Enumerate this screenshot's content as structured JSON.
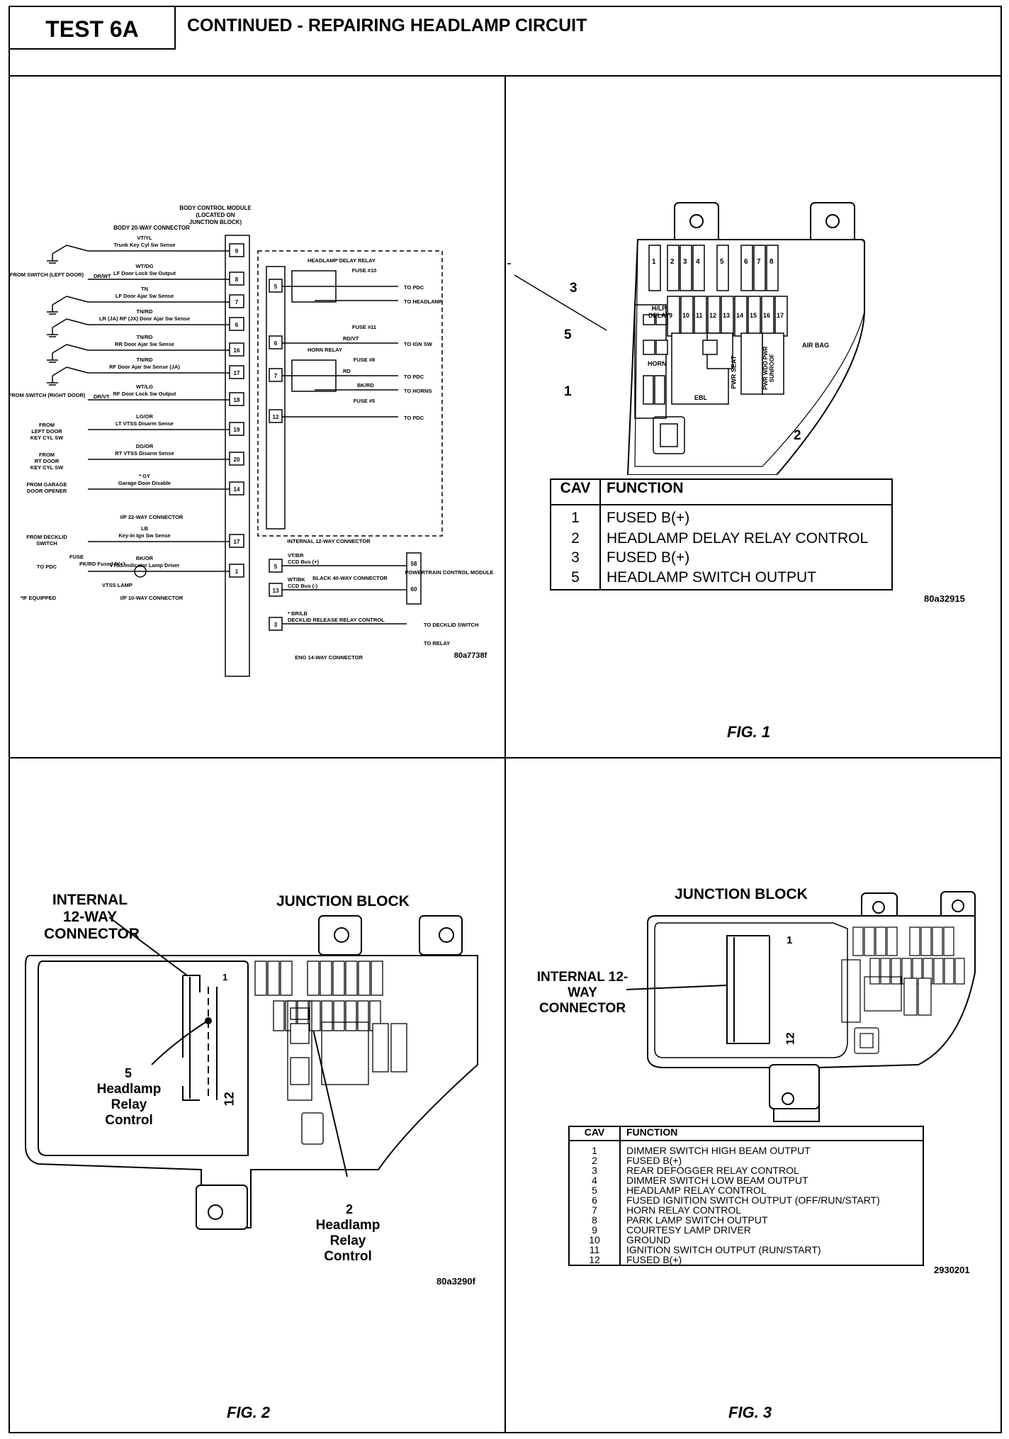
{
  "header": {
    "test_id": "TEST 6A",
    "title": "CONTINUED - REPAIRING HEADLAMP CIRCUIT"
  },
  "schematic": {
    "bcm_label": [
      "BODY CONTROL MODULE",
      "(LOCATED ON",
      "JUNCTION BLOCK)"
    ],
    "body_connector": "BODY 20-WAY CONNECTOR",
    "internal_connector": "INTERNAL 12-WAY CONNECTOR",
    "ip22_connector": "I/P 22-WAY CONNECTOR",
    "ip10_connector": "I/P 10-WAY CONNECTOR",
    "eng14_connector": "ENG 14-WAY CONNECTOR",
    "if_equipped": "*IF EQUIPPED",
    "part_number": "80a7738f",
    "left_rows": [
      {
        "wire": "VT/YL",
        "desc": "Trunk Key Cyl Sw Sense",
        "pin": "9",
        "source": ""
      },
      {
        "wire": "WT/DG",
        "desc": "LF Door Lock Sw Output",
        "pin": "8",
        "source": "FROM SWITCH (LEFT DOOR)",
        "wire2": "DR/WT"
      },
      {
        "wire": "TN",
        "desc": "LF Door Ajar Sw Sense",
        "pin": "7",
        "source": ""
      },
      {
        "wire": "TN/RD",
        "desc": "LR (JA) RF (JX) Door Ajar Sw Sense",
        "pin": "6",
        "source": ""
      },
      {
        "wire": "TN/RD",
        "desc": "RR Door Ajar Sw Sense",
        "pin": "16",
        "source": ""
      },
      {
        "wire": "TN/RD",
        "desc": "RF Door Ajar Sw Sense (JA)",
        "pin": "17",
        "source": ""
      },
      {
        "wire": "WT/LG",
        "desc": "RF Door Lock Sw Output",
        "pin": "18",
        "source": "FROM SWITCH (RIGHT DOOR)",
        "wire2": "DR/VT"
      },
      {
        "wire": "LG/OR",
        "desc": "LT VTSS Disarm Sense",
        "pin": "19",
        "source": "FROM LEFT DOOR KEY CYL SW"
      },
      {
        "wire": "DG/OR",
        "desc": "RT VTSS Disarm Sense",
        "pin": "20",
        "source": "FROM RT DOOR KEY CYL SW"
      },
      {
        "wire": "* GY",
        "desc": "Garage Door Disable",
        "pin": "14",
        "source": "FROM GARAGE DOOR OPENER"
      },
      {
        "wire": "LB",
        "desc": "Key-In Ign Sw Sense",
        "pin": "17",
        "source": "FROM DECKLID SWITCH"
      },
      {
        "wire": "BK/OR",
        "desc": "VTSS Indicator Lamp Driver",
        "pin": "1",
        "source": "TO PDC",
        "extra": "PK/RD Fused B(+)",
        "fuse": "FUSE",
        "lamp": "VTSS LAMP"
      }
    ],
    "internal_rows": [
      {
        "pin": "5",
        "device": "HEADLAMP DELAY RELAY",
        "fuse": "FUSE #10",
        "to": "TO PDC",
        "to2": "TO HEADLAMP"
      },
      {
        "pin": "6",
        "fuse": "FUSE #11",
        "wire": "RD/VT",
        "to": "TO IGN SW"
      },
      {
        "pin": "7",
        "device": "HORN RELAY",
        "fuse": "FUSE #8",
        "wire": "RD",
        "to": "TO PDC",
        "wire2": "BK/RD",
        "to2": "TO HORNS"
      },
      {
        "pin": "12",
        "fuse": "FUSE #5",
        "to": "TO PDC"
      }
    ],
    "eng_rows": [
      {
        "pin": "5",
        "wire": "VT/BR",
        "desc": "CCD Bus (+)"
      },
      {
        "pin": "13",
        "wire": "WT/BK",
        "desc": "CCD Bus (-)"
      },
      {
        "pin": "3",
        "wire": "* BR/LB",
        "desc": "DECKLID RELEASE RELAY CONTROL",
        "to": "TO DECKLID SWITCH",
        "to2": "TO RELAY"
      }
    ],
    "pcm": {
      "label": "POWERTRAIN CONTROL MODULE",
      "connector": "BLACK 40-WAY CONNECTOR",
      "pins": [
        "58",
        "60"
      ]
    }
  },
  "fig1": {
    "caption": "FIG. 1",
    "part_number": "80a32915",
    "callouts": [
      "3",
      "5",
      "1",
      "2"
    ],
    "labels": {
      "hl_delay": "H/LP DELAY",
      "horn": "HORN",
      "ebl": "EBL",
      "air_bag": "AIR BAG",
      "pwr_seat": "PWR SEAT",
      "pwr_wdo": "PWR WDO PWR SUNROOF"
    },
    "fuse_numbers": [
      "1",
      "2",
      "3",
      "4",
      "5",
      "6",
      "7",
      "8",
      "9",
      "10",
      "11",
      "12",
      "13",
      "14",
      "15",
      "16",
      "17"
    ],
    "table": {
      "headers": [
        "CAV",
        "FUNCTION"
      ],
      "rows": [
        {
          "cav": "1",
          "function": "FUSED B(+)"
        },
        {
          "cav": "2",
          "function": "HEADLAMP DELAY RELAY CONTROL"
        },
        {
          "cav": "3",
          "function": "FUSED B(+)"
        },
        {
          "cav": "5",
          "function": "HEADLAMP SWITCH OUTPUT"
        }
      ]
    }
  },
  "fig2": {
    "caption": "FIG. 2",
    "part_number": "80a3290f",
    "title": "JUNCTION BLOCK",
    "connector_label": "INTERNAL 12-WAY CONNECTOR",
    "callout5": {
      "num": "5",
      "text": "Headlamp Relay Control"
    },
    "callout2": {
      "num": "2",
      "text": "Headlamp Relay Control"
    },
    "pin_top": "1",
    "pin_bottom": "12"
  },
  "fig3": {
    "caption": "FIG. 3",
    "part_number": "2930201",
    "title": "JUNCTION BLOCK",
    "connector_label": "INTERNAL 12-WAY CONNECTOR",
    "pin_top": "1",
    "pin_bottom": "12",
    "table": {
      "headers": [
        "CAV",
        "FUNCTION"
      ],
      "rows": [
        {
          "cav": "1",
          "function": "DIMMER SWITCH HIGH BEAM OUTPUT"
        },
        {
          "cav": "2",
          "function": "FUSED B(+)"
        },
        {
          "cav": "3",
          "function": "REAR DEFOGGER RELAY CONTROL"
        },
        {
          "cav": "4",
          "function": "DIMMER SWITCH LOW BEAM OUTPUT"
        },
        {
          "cav": "5",
          "function": "HEADLAMP RELAY CONTROL"
        },
        {
          "cav": "6",
          "function": "FUSED IGNITION SWITCH OUTPUT (OFF/RUN/START)"
        },
        {
          "cav": "7",
          "function": "HORN RELAY CONTROL"
        },
        {
          "cav": "8",
          "function": "PARK LAMP SWITCH OUTPUT"
        },
        {
          "cav": "9",
          "function": "COURTESY LAMP DRIVER"
        },
        {
          "cav": "10",
          "function": "GROUND"
        },
        {
          "cav": "11",
          "function": "IGNITION SWITCH OUTPUT (RUN/START)"
        },
        {
          "cav": "12",
          "function": "FUSED B(+)"
        }
      ]
    }
  }
}
